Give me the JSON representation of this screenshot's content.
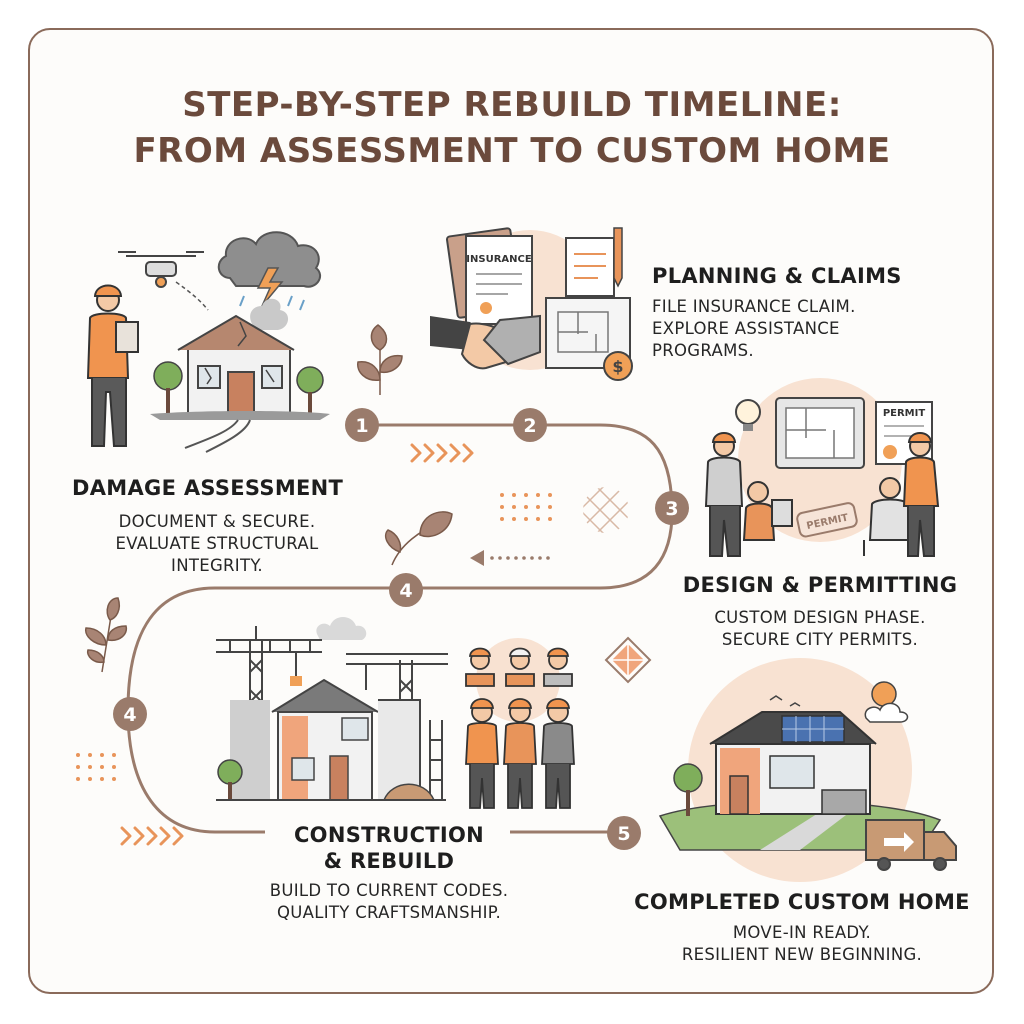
{
  "title": {
    "line1": "STEP-BY-STEP REBUILD TIMELINE:",
    "line2": "FROM ASSESSMENT TO CUSTOM HOME"
  },
  "colors": {
    "accent": "#9a7b6b",
    "title": "#6b4a3c",
    "peach": "#f6d9c3",
    "orange": "#e8945a",
    "text": "#1e1e1e"
  },
  "steps": [
    {
      "badge": "1",
      "heading": "DAMAGE ASSESSMENT",
      "lines": [
        "DOCUMENT & SECURE.",
        "EVALUATE STRUCTURAL",
        "INTEGRITY."
      ],
      "icon": "storm-damaged-house-icon"
    },
    {
      "badge": "2",
      "heading": "PLANNING & CLAIMS",
      "lines": [
        "FILE INSURANCE CLAIM.",
        "EXPLORE ASSISTANCE",
        "PROGRAMS."
      ],
      "icon": "handshake-insurance-icon",
      "doc_label": "INSURANCE"
    },
    {
      "badge": "3",
      "heading": "DESIGN & PERMITTING",
      "lines": [
        "CUSTOM DESIGN PHASE.",
        "SECURE CITY PERMITS."
      ],
      "icon": "design-team-icon",
      "doc_label": "PERMIT",
      "stamp_label": "PERMIT"
    },
    {
      "badge": "4",
      "badge_alt": "4",
      "heading_lines": [
        "CONSTRUCTION",
        "& REBUILD"
      ],
      "lines": [
        "BUILD TO CURRENT CODES.",
        "QUALITY CRAFTSMANSHIP."
      ],
      "icon": "construction-site-icon"
    },
    {
      "badge": "5",
      "heading": "COMPLETED CUSTOM HOME",
      "lines": [
        "MOVE-IN READY.",
        "RESILIENT NEW BEGINNING."
      ],
      "icon": "completed-home-icon"
    }
  ]
}
